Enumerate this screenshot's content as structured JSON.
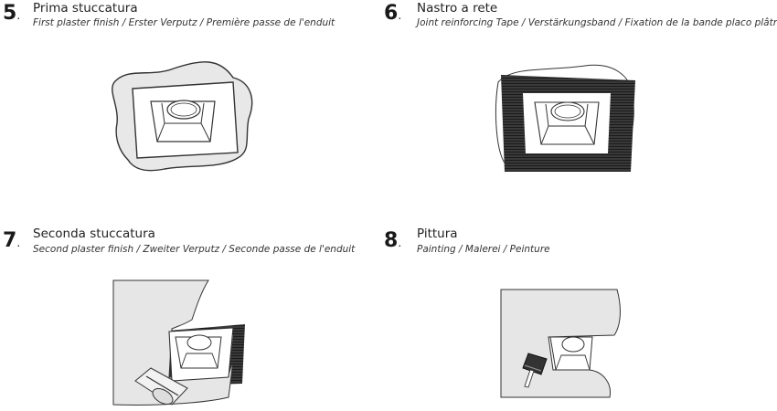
{
  "steps": [
    {
      "number": "5",
      "title": "Prima stuccatura",
      "subtitle": "First plaster finish / Erster Verputz / Première passe de l'enduit",
      "illustration": "first-plaster-illustration"
    },
    {
      "number": "6",
      "title": "Nastro a rete",
      "subtitle": "Joint reinforcing Tape /  Verstärkungsband / Fixation de la bande placo plâtre",
      "illustration": "reinforcing-tape-illustration"
    },
    {
      "number": "7",
      "title": "Seconda stuccatura",
      "subtitle": "Second plaster finish / Zweiter Verputz / Seconde passe de l'enduit",
      "illustration": "second-plaster-trowel-illustration"
    },
    {
      "number": "8",
      "title": "Pittura",
      "subtitle": "Painting / Malerei / Peinture",
      "illustration": "painting-brush-illustration"
    }
  ],
  "colors": {
    "plaster": "#e8e8e8",
    "line": "#333333",
    "tape": "#2a2a2a",
    "background": "#ffffff"
  }
}
